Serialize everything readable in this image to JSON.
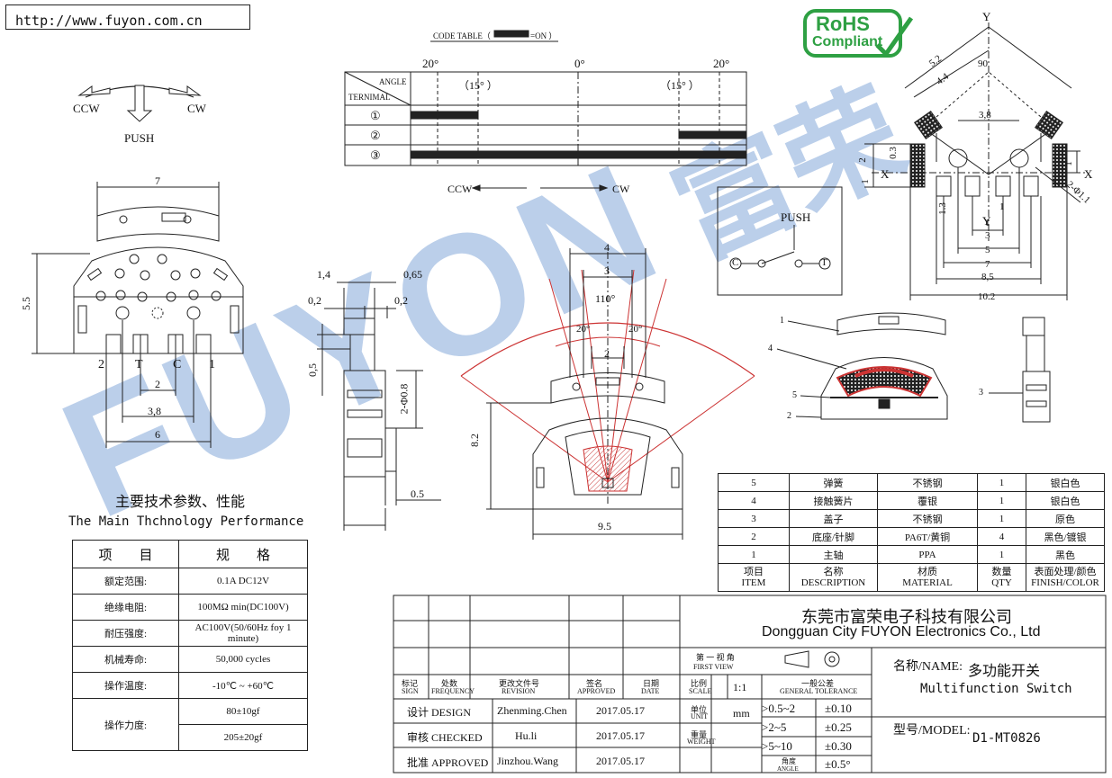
{
  "url": "http://www.fuyon.com.cn",
  "rohs": {
    "line1": "RoHS",
    "line2": "Compliant"
  },
  "watermark": {
    "latin": "FUYON",
    "cjk": "富荣"
  },
  "code_table": {
    "title": "CODE TABLE（",
    "title_on": "=ON ）",
    "angle_label": "ANGLE",
    "terminal_label": "TERNIMAL",
    "angles_top": [
      "20°",
      "0°",
      "20°"
    ],
    "angles_sub": [
      "（15° ）",
      "（15° ）"
    ],
    "rows": [
      "①",
      "②",
      "③"
    ],
    "ccw": "CCW",
    "cw": "CW"
  },
  "motion": {
    "ccw": "CCW",
    "cw": "CW",
    "push": "PUSH"
  },
  "front_view": {
    "width": "7",
    "height": "5.5",
    "pins": [
      "2",
      "T",
      "C",
      "1"
    ],
    "d2": "2",
    "d38": "3,8",
    "d6": "6"
  },
  "side_view": {
    "d14": "1,4",
    "d065": "0,65",
    "d02a": "0,2",
    "d02b": "0,2",
    "d05": "0,5",
    "d2phi": "2-Φ0.8",
    "d05b": "0.5"
  },
  "rot_view": {
    "d4": "4",
    "d3": "3",
    "angle110": "110°",
    "a20l": "20°",
    "a20r": "20°",
    "d2": "2",
    "d82": "8.2",
    "d95": "9.5"
  },
  "schematic": {
    "push": "PUSH",
    "c": "C",
    "t": "T"
  },
  "footprint": {
    "y": "Y",
    "x": "X",
    "d52": "5.2",
    "d44": "4.4",
    "d90": "90",
    "d38": "3,8",
    "d03": "0.3",
    "d2": "2",
    "d1": "1",
    "d1b": "1",
    "d2phi": "2-Φ1.1",
    "d13": "1.3",
    "d1c": "1",
    "d3": "3",
    "d5": "5",
    "d7": "7",
    "d85": "8,5",
    "d102": "10.2",
    "d1d": "1"
  },
  "explode": {
    "labels": [
      "1",
      "4",
      "5",
      "2",
      "3"
    ]
  },
  "performance": {
    "title_cn": "主要技术参数、性能",
    "title_en": "The Main Thchnology Performance",
    "header": [
      "项　　目",
      "规　　格"
    ],
    "rows": [
      [
        "额定范围:",
        "0.1A DC12V"
      ],
      [
        "绝缘电阻:",
        "100MΩ min(DC100V)"
      ],
      [
        "耐压强度:",
        "AC100V(50/60Hz foy 1 minute)"
      ],
      [
        "机械寿命:",
        "50,000 cycles"
      ],
      [
        "操作温度:",
        "-10℃ ~ +60℃"
      ]
    ],
    "force_label": "操作力度:",
    "force_values": [
      "80±10gf",
      "205±20gf"
    ]
  },
  "bom": {
    "rows": [
      [
        "5",
        "弹簧",
        "不锈钢",
        "1",
        "银白色"
      ],
      [
        "4",
        "接触簧片",
        "覆银",
        "1",
        "银白色"
      ],
      [
        "3",
        "盖子",
        "不锈钢",
        "1",
        "原色"
      ],
      [
        "2",
        "底座/针脚",
        "PA6T/黄铜",
        "4",
        "黑色/镀银"
      ],
      [
        "1",
        "主轴",
        "PPA",
        "1",
        "黑色"
      ]
    ],
    "header_cn": [
      "项目",
      "名称",
      "材质",
      "数量",
      "表面处理/颜色"
    ],
    "header_en": [
      "ITEM",
      "DESCRIPTION",
      "MATERIAL",
      "QTY",
      "FINISH/COLOR"
    ]
  },
  "title_block": {
    "company_cn": "东莞市富荣电子科技有限公司",
    "company_en": "Dongguan City FUYON Electronics Co., Ltd",
    "first_view_cn": "第 一 视 角",
    "first_view_en": "FIRST VIEW",
    "rev_headers": [
      [
        "标记",
        "SIGN"
      ],
      [
        "处数",
        "FREQUENCY"
      ],
      [
        "更改文件号",
        "REVISION"
      ],
      [
        "签名",
        "APPROVED"
      ],
      [
        "日期",
        "DATE"
      ]
    ],
    "scale_cn": "比例",
    "scale_en": "SCALE",
    "scale_val": "1:1",
    "tol_cn": "一般公差",
    "tol_en": "GENERAL TOLERANCE",
    "unit_cn": "单位",
    "unit_en": "UNIT",
    "unit_val": "mm",
    "weight_cn": "重量",
    "weight_en": "WEIGHT",
    "angle_cn": "角度",
    "angle_en": "ANGLE",
    "tol_rows": [
      [
        ">0.5~2",
        "±0.10"
      ],
      [
        ">2~5",
        "±0.25"
      ],
      [
        ">5~10",
        "±0.30"
      ]
    ],
    "tol_angle": "±0.5°",
    "design": "设计 DESIGN",
    "design_name": "Zhenming.Chen",
    "design_date": "2017.05.17",
    "checked": "审核 CHECKED",
    "checked_name": "Hu.li",
    "checked_date": "2017.05.17",
    "approved": "批准 APPROVED",
    "approved_name": "Jinzhou.Wang",
    "approved_date": "2017.05.17",
    "name_label": "名称/NAME:",
    "name_cn": "多功能开关",
    "name_en": "Multifunction Switch",
    "model_label": "型号/MODEL:",
    "model": "D1-MT0826"
  }
}
